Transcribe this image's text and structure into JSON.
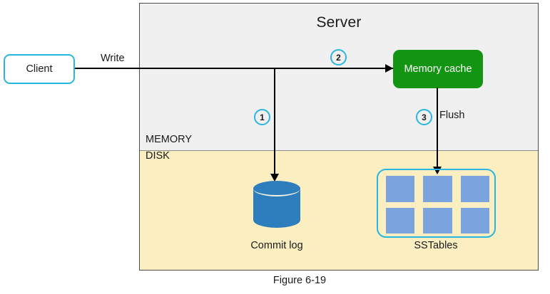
{
  "diagram": {
    "caption": "Figure 6-19",
    "server": {
      "title": "Server",
      "memory_label": "MEMORY",
      "disk_label": "DISK"
    },
    "nodes": {
      "client": "Client",
      "memory_cache": "Memory cache",
      "commit_log": "Commit log",
      "sstables": "SSTables"
    },
    "edge_labels": {
      "write": "Write",
      "flush": "Flush"
    },
    "steps": [
      {
        "number": "1",
        "describes": "write to commit log on disk"
      },
      {
        "number": "2",
        "describes": "write to memory cache"
      },
      {
        "number": "3",
        "describes": "flush memory cache to SSTables"
      }
    ],
    "sstable_cells": [
      "",
      "",
      "",
      "",
      "",
      ""
    ],
    "colors": {
      "accent_cyan": "#29b6e0",
      "memory_cache_green": "#139413",
      "commit_log_blue": "#2e7ebd",
      "sstable_blue": "#7ba3de",
      "memory_bg": "#f0f0f0",
      "disk_bg": "#fbefc2"
    }
  }
}
